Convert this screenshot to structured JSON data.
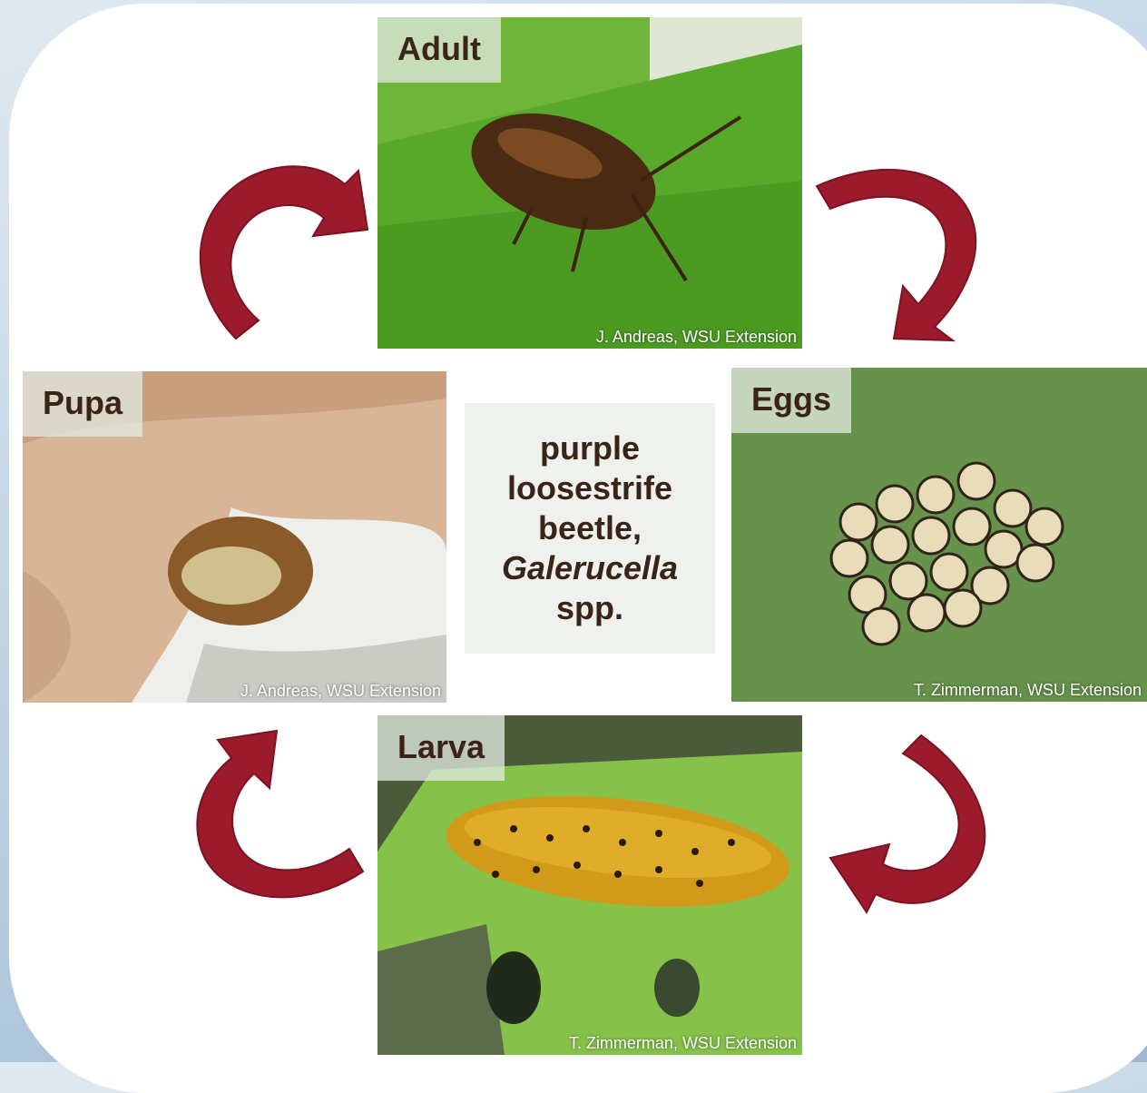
{
  "stages": {
    "adult": {
      "label": "Adult",
      "credit": "J. Andreas, WSU Extension"
    },
    "eggs": {
      "label": "Eggs",
      "credit": "T. Zimmerman, WSU Extension"
    },
    "larva": {
      "label": "Larva",
      "credit": "T. Zimmerman, WSU Extension"
    },
    "pupa": {
      "label": "Pupa",
      "credit": "J. Andreas, WSU Extension"
    }
  },
  "center": {
    "line1": "purple",
    "line2": "loosestrife",
    "line3": "beetle,",
    "line4": "Galerucella",
    "line5": "spp."
  },
  "colors": {
    "arrow": "#9b1a2c",
    "label_text": "#3a2418",
    "label_bg": "#e0e8de",
    "center_bg": "#eef1ec"
  },
  "icons": {
    "arrows": [
      "curved-arrow-icon",
      "curved-arrow-icon",
      "curved-arrow-icon",
      "curved-arrow-icon"
    ]
  }
}
